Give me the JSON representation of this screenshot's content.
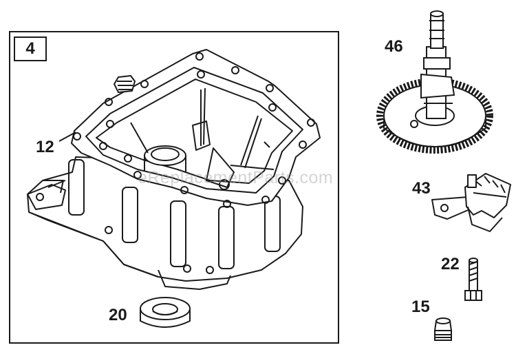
{
  "diagram": {
    "group_number": "4",
    "watermark": "eReplacementParts.com",
    "callouts": [
      {
        "id": "sump",
        "label": "12"
      },
      {
        "id": "oil-seal",
        "label": "20"
      },
      {
        "id": "camshaft",
        "label": "46"
      },
      {
        "id": "governor",
        "label": "43"
      },
      {
        "id": "bolt",
        "label": "22"
      },
      {
        "id": "plug",
        "label": "15"
      }
    ]
  },
  "colors": {
    "line": "#1a1a1a",
    "watermark": "#a0a0a0",
    "background": "#ffffff"
  }
}
